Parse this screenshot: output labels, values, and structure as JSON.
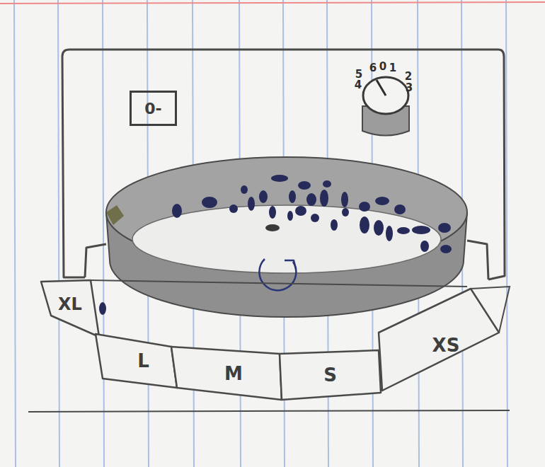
{
  "diagram": {
    "nodes": [
      {
        "text": [
          "0-"
        ]
      },
      {
        "text": [
          "XL"
        ]
      },
      {
        "text": [
          "L"
        ]
      },
      {
        "text": [
          "M"
        ]
      },
      {
        "text": [
          "S"
        ]
      },
      {
        "text": [
          "XS"
        ]
      }
    ],
    "labels": [
      "6",
      "0",
      "1",
      "2",
      "3",
      "4",
      "5"
    ]
  }
}
